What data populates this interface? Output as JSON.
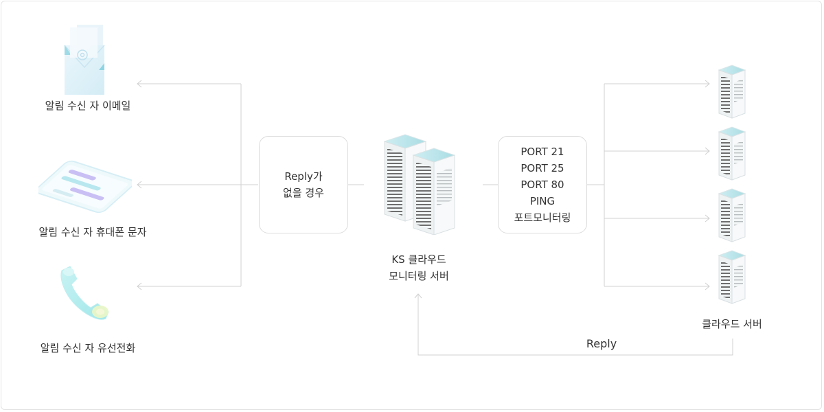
{
  "recipients": {
    "email_label": "알림 수신 자 이메일",
    "sms_label": "알림 수신 자 휴대폰 문자",
    "phone_label": "알림 수신 자 유선전화"
  },
  "condition_box": {
    "line1": "Reply가",
    "line2": "없을 경우"
  },
  "monitor_server": {
    "line1": "KS 클라우드",
    "line2": "모니터링 서버"
  },
  "checks_box": {
    "items": [
      "PORT 21",
      "PORT 25",
      "PORT 80",
      "PING",
      "포트모니터링"
    ]
  },
  "cloud_servers": {
    "label": "클라우드 서버"
  },
  "reply_label": "Reply",
  "icons": {
    "email": "email-envelope-icon",
    "sms": "phone-message-icon",
    "phone": "telephone-handset-icon",
    "server": "server-rack-icon"
  },
  "colors": {
    "line": "#cfcfcf",
    "accent": "#8fe0e6",
    "sms_purple": "#b8aef0"
  }
}
